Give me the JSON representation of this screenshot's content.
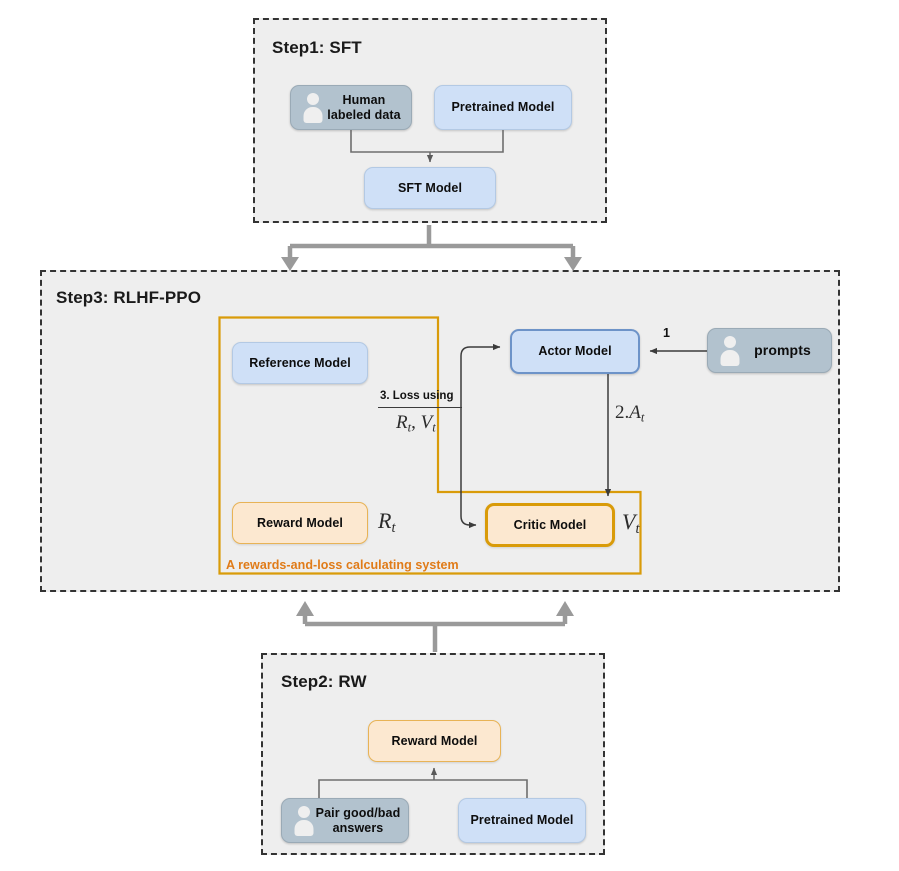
{
  "diagram": {
    "title": "RLHF three-step training pipeline",
    "background": "#ffffff",
    "panel_fill": "#eeeeee",
    "colors": {
      "blue_fill": "#cfe0f7",
      "blue_border": "#6d93c8",
      "gray_fill": "#b2c2ce",
      "peach_fill": "#fce8d0",
      "orange_border": "#d99b09",
      "orange_text": "#e07b18",
      "connector_gray": "#9a9a9a",
      "connector_dark": "#3b3b3b"
    }
  },
  "step1": {
    "title": "Step1: SFT",
    "nodes": {
      "human_labeled_data": "Human\nlabeled data",
      "human_labeled_data_line1": "Human",
      "human_labeled_data_line2": "labeled data",
      "pretrained_model": "Pretrained Model",
      "sft_model": "SFT Model"
    }
  },
  "step2": {
    "title": "Step2: RW",
    "nodes": {
      "reward_model": "Reward Model",
      "pair_answers_line1": "Pair good/bad",
      "pair_answers_line2": "answers",
      "pretrained_model": "Pretrained Model"
    }
  },
  "step3": {
    "title": "Step3: RLHF-PPO",
    "system_caption": "A rewards-and-loss calculating system",
    "nodes": {
      "reference_model": "Reference Model",
      "reward_model": "Reward Model",
      "actor_model": "Actor Model",
      "critic_model": "Critic Model",
      "prompts": "prompts"
    },
    "labels": {
      "prompt_step": "1",
      "advantage_num": "2.",
      "advantage_sym": "A",
      "advantage_sub": "t",
      "loss_caption": "3. Loss using",
      "loss_r": "R",
      "loss_r_sub": "t",
      "loss_comma": ", ",
      "loss_v": "V",
      "loss_v_sub": "t",
      "reward_sym": "R",
      "reward_sub": "t",
      "value_sym": "V",
      "value_sub": "t"
    }
  }
}
